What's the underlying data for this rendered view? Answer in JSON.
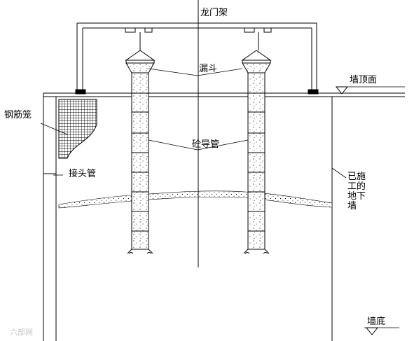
{
  "labels": {
    "gantry": "龙门架",
    "funnel": "漏斗",
    "wall_top": "墙顶面",
    "rebar_cage": "钢筋笼",
    "tremie_pipe": "砼导管",
    "joint_pipe": "接头管",
    "built_wall": "已施工的地下墙",
    "wall_bottom": "墙底"
  },
  "watermark": "六部网",
  "colors": {
    "line": "#000000",
    "background": "#ffffff"
  }
}
